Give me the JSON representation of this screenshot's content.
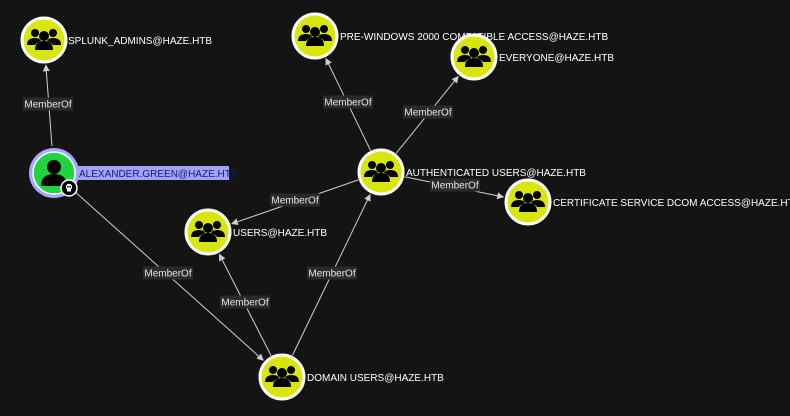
{
  "graph": {
    "edge_label": "MemberOf",
    "colors": {
      "group_fill": "#d8e60e",
      "group_border": "#ffffff",
      "user_fill": "#21d33c",
      "user_ring": "#a6a8ff",
      "edge": "#cfcfcf",
      "label_highlight": "#9fa3ff"
    },
    "nodes": {
      "splunk_admins": {
        "label": "SPLUNK_ADMINS@HAZE.HTB",
        "kind": "group",
        "icon": "group-icon"
      },
      "alexander_green": {
        "label": "ALEXANDER.GREEN@HAZE.HTB",
        "kind": "user",
        "icon": "user-icon",
        "badge": "owned-badge-icon"
      },
      "pre_windows": {
        "label": "PRE-WINDOWS 2000 COMPATIBLE ACCESS@HAZE.HTB",
        "kind": "group",
        "icon": "group-icon"
      },
      "everyone": {
        "label": "EVERYONE@HAZE.HTB",
        "kind": "group",
        "icon": "group-icon"
      },
      "authenticated": {
        "label": "AUTHENTICATED USERS@HAZE.HTB",
        "kind": "group",
        "icon": "group-icon"
      },
      "cert_dcom": {
        "label": "CERTIFICATE SERVICE DCOM ACCESS@HAZE.HTB",
        "kind": "group",
        "icon": "group-icon"
      },
      "users": {
        "label": "USERS@HAZE.HTB",
        "kind": "group",
        "icon": "group-icon"
      },
      "domain_users": {
        "label": "DOMAIN USERS@HAZE.HTB",
        "kind": "group",
        "icon": "group-icon"
      }
    },
    "edges": [
      {
        "from": "alexander_green",
        "to": "splunk_admins"
      },
      {
        "from": "alexander_green",
        "to": "domain_users"
      },
      {
        "from": "authenticated",
        "to": "pre_windows"
      },
      {
        "from": "authenticated",
        "to": "everyone"
      },
      {
        "from": "authenticated",
        "to": "cert_dcom"
      },
      {
        "from": "authenticated",
        "to": "users"
      },
      {
        "from": "domain_users",
        "to": "users"
      },
      {
        "from": "domain_users",
        "to": "authenticated"
      }
    ]
  }
}
